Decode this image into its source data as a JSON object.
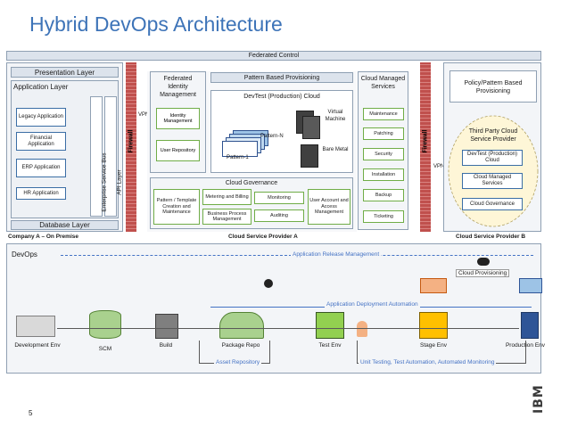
{
  "title": "Hybrid DevOps Architecture",
  "page_number": "5",
  "federated_control": "Federated Control",
  "firewall": "Firewall",
  "vpn": "VPN",
  "company_a": {
    "presentation_layer": "Presentation Layer",
    "application_layer": "Application Layer",
    "apps": [
      "Legacy Application",
      "Financial Application",
      "ERP Application",
      "HR Application"
    ],
    "enterprise_service_bus": "Enterprise Service Bus",
    "api_layer": "API Layer",
    "database_layer": "Database Layer",
    "caption": "Company A – On Premise"
  },
  "provider_a": {
    "federated_identity": "Federated Identity Management",
    "identity_management": "Identity Management",
    "user_repository": "User Repository",
    "pattern_provisioning": "Pattern Based Provisioning",
    "devtest_cloud": "DevTest (Production) Cloud",
    "pattern_n": "Pattern-N",
    "pattern_1": "Pattern-1",
    "virtual_machine": "Virtual Machine",
    "bare_metal": "Bare Metal",
    "cloud_governance": "Cloud Governance",
    "governance_items": {
      "pattern_template": "Pattern / Template Creation and Maintenance",
      "metering": "Metering and Billing",
      "bpm": "Business Process Management",
      "monitoring": "Monitoring",
      "auditing": "Auditing",
      "user_account": "User Account and Access Management"
    },
    "cloud_managed_services": "Cloud Managed Services",
    "services": [
      "Maintenance",
      "Patching",
      "Security",
      "Installation",
      "Backup",
      "Ticketing"
    ],
    "caption": "Cloud Service Provider A"
  },
  "provider_b": {
    "policy_provisioning": "Policy/Pattern Based Provisioning",
    "third_party": "Third Party Cloud Service Provider",
    "items": [
      "DevTest (Production) Cloud",
      "Cloud Managed Services",
      "Cloud Governance"
    ],
    "caption": "Cloud Service Provider B"
  },
  "devops": {
    "label": "DevOps",
    "release_mgmt": "Application Release Management",
    "cloud_provisioning": "Cloud Provisioning",
    "deployment_automation": "Application Deployment Automation",
    "asset_repository": "Asset Repository",
    "testing": "Unit Testing, Test Automation, Automated Monitoring",
    "stages": [
      "Development Env",
      "SCM",
      "Build",
      "Package Repo",
      "Test Env",
      "Stage Env",
      "Production Env"
    ]
  },
  "colors": {
    "title": "#3e74b8",
    "box_fill": "#f3f5f8",
    "firewall": "#c0504d",
    "blue_box": "#4472c4",
    "green_border": "#70ad47",
    "cloud_fill": "#fef6d7"
  },
  "logo": "IBM"
}
